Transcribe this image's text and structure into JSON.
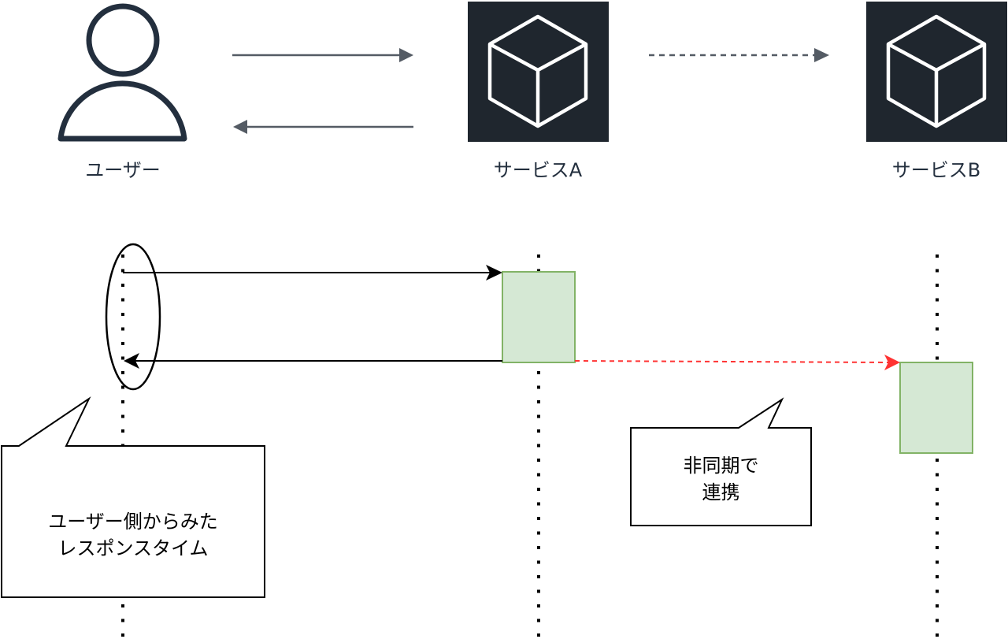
{
  "actors": {
    "user": {
      "label": "ユーザー",
      "icon": "user-icon"
    },
    "service_a": {
      "label": "サービスA",
      "icon": "cube-icon"
    },
    "service_b": {
      "label": "サービスB",
      "icon": "cube-icon"
    }
  },
  "overview_arrows": [
    {
      "from": "user",
      "to": "service_a",
      "style": "solid"
    },
    {
      "from": "service_a",
      "to": "user",
      "style": "solid"
    },
    {
      "from": "service_a",
      "to": "service_b",
      "style": "dashed"
    }
  ],
  "sequence": {
    "messages": [
      {
        "from": "user",
        "to": "service_a",
        "style": "solid",
        "color": "#000000"
      },
      {
        "from": "service_a",
        "to": "user",
        "style": "solid",
        "color": "#000000"
      },
      {
        "from": "service_a",
        "to": "service_b",
        "style": "dashed",
        "color": "#ff3333"
      }
    ],
    "activation_color": "#d5e8d4",
    "activation_border": "#82b366"
  },
  "notes": {
    "response_time": {
      "line1": "ユーザー側からみた",
      "line2": "レスポンスタイム"
    },
    "async": {
      "line1": "非同期で",
      "line2": "連携"
    }
  },
  "colors": {
    "icon_dark": "#232f3e",
    "service_box": "#1f262e",
    "arrow_gray": "#545b64"
  }
}
